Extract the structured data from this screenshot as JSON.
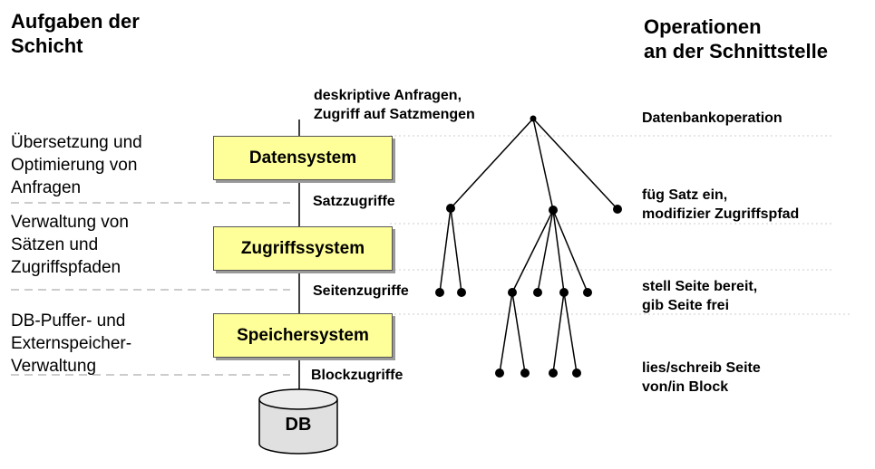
{
  "headers": {
    "left": [
      "Aufgaben der",
      "Schicht"
    ],
    "right": [
      "Operationen",
      "an der Schnittstelle"
    ]
  },
  "tasks": [
    [
      "Übersetzung und",
      "Optimierung von",
      "Anfragen"
    ],
    [
      "Verwaltung von",
      "Sätzen und",
      "Zugriffspfaden"
    ],
    [
      "DB-Puffer- und",
      "Externspeicher-",
      "Verwaltung"
    ]
  ],
  "layers": [
    "Datensystem",
    "Zugriffssystem",
    "Speichersystem"
  ],
  "interfaces": [
    [
      "deskriptive Anfragen,",
      "Zugriff auf Satzmengen"
    ],
    [
      "Satzzugriffe"
    ],
    [
      "Seitenzugriffe"
    ],
    [
      "Blockzugriffe"
    ]
  ],
  "operations": [
    [
      "Datenbankoperation"
    ],
    [
      "füg Satz ein,",
      "modifizier Zugriffspfad"
    ],
    [
      "stell Seite bereit,",
      "gib Seite frei"
    ],
    [
      "lies/schreib Seite",
      "von/in Block"
    ]
  ],
  "database": "DB",
  "colors": {
    "layer_fill": "#ffff99",
    "db_fill": "#e0e0e0",
    "divider": "#bbbbbb"
  }
}
